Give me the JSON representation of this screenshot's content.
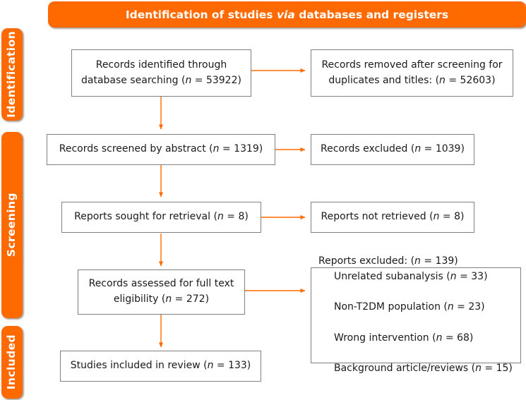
{
  "diagram": {
    "title": "Identification of studies via databases and registers",
    "title_parts": {
      "before": "Identification of studies ",
      "emphasis": "via",
      "after": " databases and registers"
    },
    "accent_color": "#FF6A00",
    "box_border_color": "#808080",
    "text_color": "#1a1a1a"
  },
  "stages": [
    {
      "id": "identification",
      "label": "Identification"
    },
    {
      "id": "screening",
      "label": "Screening"
    },
    {
      "id": "included",
      "label": "Included"
    }
  ],
  "boxes": {
    "records_identified": {
      "line1": "Records identified through",
      "line2_before": "database searching (",
      "line2_n": "n",
      "line2_after": " = 53922)"
    },
    "records_removed": {
      "line1": "Records removed after screening for",
      "line2_before": "duplicates and titles: (",
      "line2_n": "n",
      "line2_after": " = 52603)"
    },
    "records_screened": {
      "before": "Records screened by abstract (",
      "n": "n",
      "after": " = 1319)"
    },
    "records_excluded": {
      "before": "Records excluded (",
      "n": "n",
      "after": " = 1039)"
    },
    "reports_sought": {
      "before": "Reports sought for retrieval (",
      "n": "n",
      "after": " = 8)"
    },
    "reports_not_retrieved": {
      "before": "Reports not retrieved (",
      "n": "n",
      "after": " = 8)"
    },
    "records_assessed": {
      "line1": "Records assessed for full text",
      "line2_before": "eligibility (",
      "line2_n": "n",
      "line2_after": " = 272)"
    },
    "reports_excluded": {
      "header_before": "Reports excluded: (",
      "header_n": "n",
      "header_after": " = 139)",
      "reasons": [
        {
          "label": "Unrelated subanalysis (",
          "n": "n",
          "after": " = 33)"
        },
        {
          "label": "Non-T2DM population (",
          "n": "n",
          "after": " = 23)"
        },
        {
          "label": "Wrong intervention (",
          "n": "n",
          "after": " = 68)"
        },
        {
          "label": "Background article/reviews (",
          "n": "n",
          "after": " = 15)"
        }
      ]
    },
    "studies_included": {
      "before": "Studies included in review (",
      "n": "n",
      "after": " = 133)"
    }
  },
  "counts": {
    "records_identified": 53922,
    "records_removed": 52603,
    "records_screened": 1319,
    "records_excluded": 1039,
    "reports_sought": 8,
    "reports_not_retrieved": 8,
    "records_assessed": 272,
    "reports_excluded_total": 139,
    "unrelated_subanalysis": 33,
    "non_t2dm_population": 23,
    "wrong_intervention": 68,
    "background_article_reviews": 15,
    "studies_included": 133
  }
}
